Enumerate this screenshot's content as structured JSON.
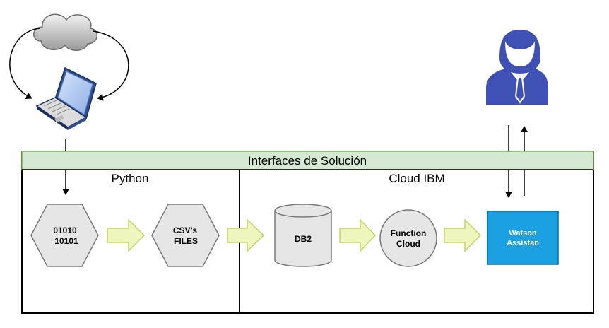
{
  "header": {
    "title": "Interfaces de Solución"
  },
  "sections": {
    "python": {
      "label": "Python"
    },
    "cloud": {
      "label": "Cloud IBM"
    }
  },
  "nodes": {
    "binary": {
      "line1": "01010",
      "line2": "10101"
    },
    "csv": {
      "line1": "CSV's",
      "line2": "FILES"
    },
    "db2": {
      "label": "DB2"
    },
    "function_cloud": {
      "line1": "Function",
      "line2": "Cloud"
    },
    "watson": {
      "line1": "Watson",
      "line2": "Assistan"
    }
  },
  "icons": {
    "cloud": "cloud-icon",
    "laptop": "laptop-icon",
    "user": "user-icon"
  },
  "colors": {
    "header_bg": "#d5e8d4",
    "header_border": "#82b366",
    "node_fill": "#e6e6e6",
    "arrow_fill": "#eef5bd",
    "arrow_stroke": "#c3d36a",
    "watson_fill": "#1ba1e2",
    "user_blue": "#3f51b5"
  }
}
